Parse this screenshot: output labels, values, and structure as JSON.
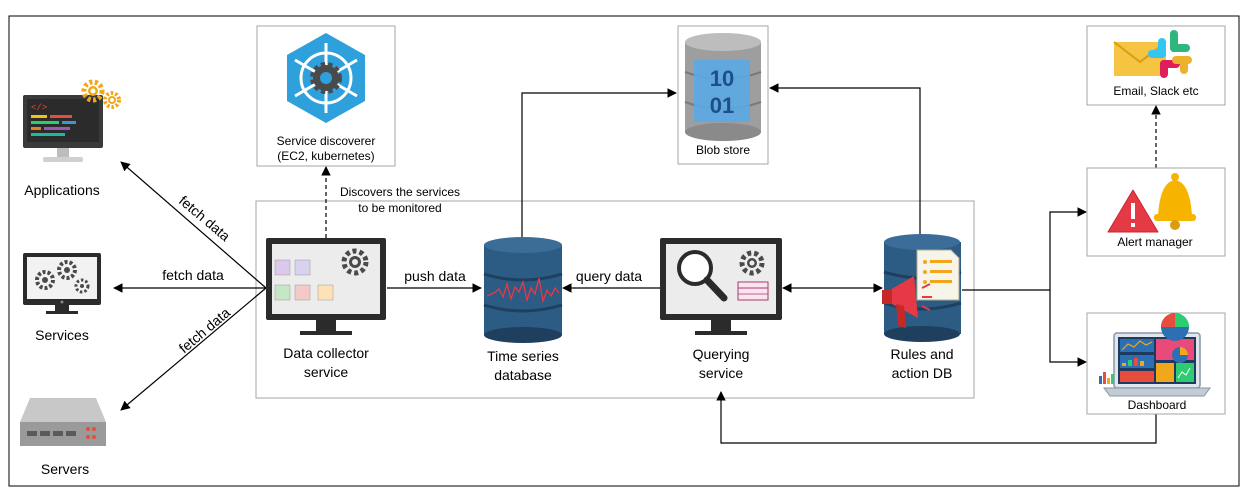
{
  "nodes": {
    "applications": "Applications",
    "services": "Services",
    "servers": "Servers",
    "service_discoverer_line1": "Service discoverer",
    "service_discoverer_line2": "(EC2, kubernetes)",
    "blob_store": "Blob store",
    "blob_digits_top": "10",
    "blob_digits_bottom": "01",
    "data_collector_line1": "Data collector",
    "data_collector_line2": "service",
    "tsdb_line1": "Time series",
    "tsdb_line2": "database",
    "querying_line1": "Querying",
    "querying_line2": "service",
    "rules_line1": "Rules and",
    "rules_line2": "action DB",
    "email_slack": "Email, Slack etc",
    "alert_manager": "Alert manager",
    "dashboard": "Dashboard"
  },
  "edges": {
    "fetch_applications": "fetch data",
    "fetch_services": "fetch data",
    "fetch_servers": "fetch data",
    "discover_line1": "Discovers the services",
    "discover_line2": "to be monitored",
    "push": "push data",
    "query": "query data"
  },
  "colors": {
    "hex_blue": "#2ea0dc",
    "db_dark": "#1f3f5f",
    "db_mid": "#2c5b84",
    "alert_red": "#e63946",
    "bell_yellow": "#f6b400",
    "gear_dark": "#4a4a4a",
    "gear_orange": "#f2a71b"
  }
}
